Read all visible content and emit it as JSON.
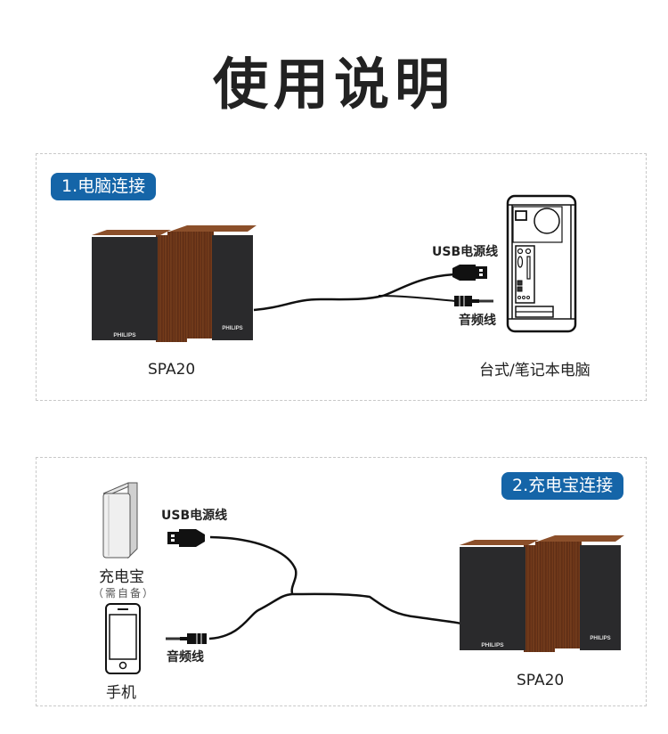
{
  "page": {
    "title": "使用说明"
  },
  "section1": {
    "badge": "1.电脑连接",
    "speaker_model": "SPA20",
    "speaker_brand": "PHILIPS",
    "usb_cable_label": "USB电源线",
    "audio_cable_label": "音频线",
    "device_label": "台式/笔记本电脑"
  },
  "section2": {
    "badge": "2.充电宝连接",
    "speaker_model": "SPA20",
    "speaker_brand": "PHILIPS",
    "usb_cable_label": "USB电源线",
    "audio_cable_label": "音频线",
    "powerbank_label": "充电宝",
    "powerbank_note": "（需自备）",
    "phone_label": "手机"
  },
  "colors": {
    "badge_bg": "#1565a8",
    "wood": "#6b3518",
    "speaker_grille": "#2a2a2c"
  }
}
